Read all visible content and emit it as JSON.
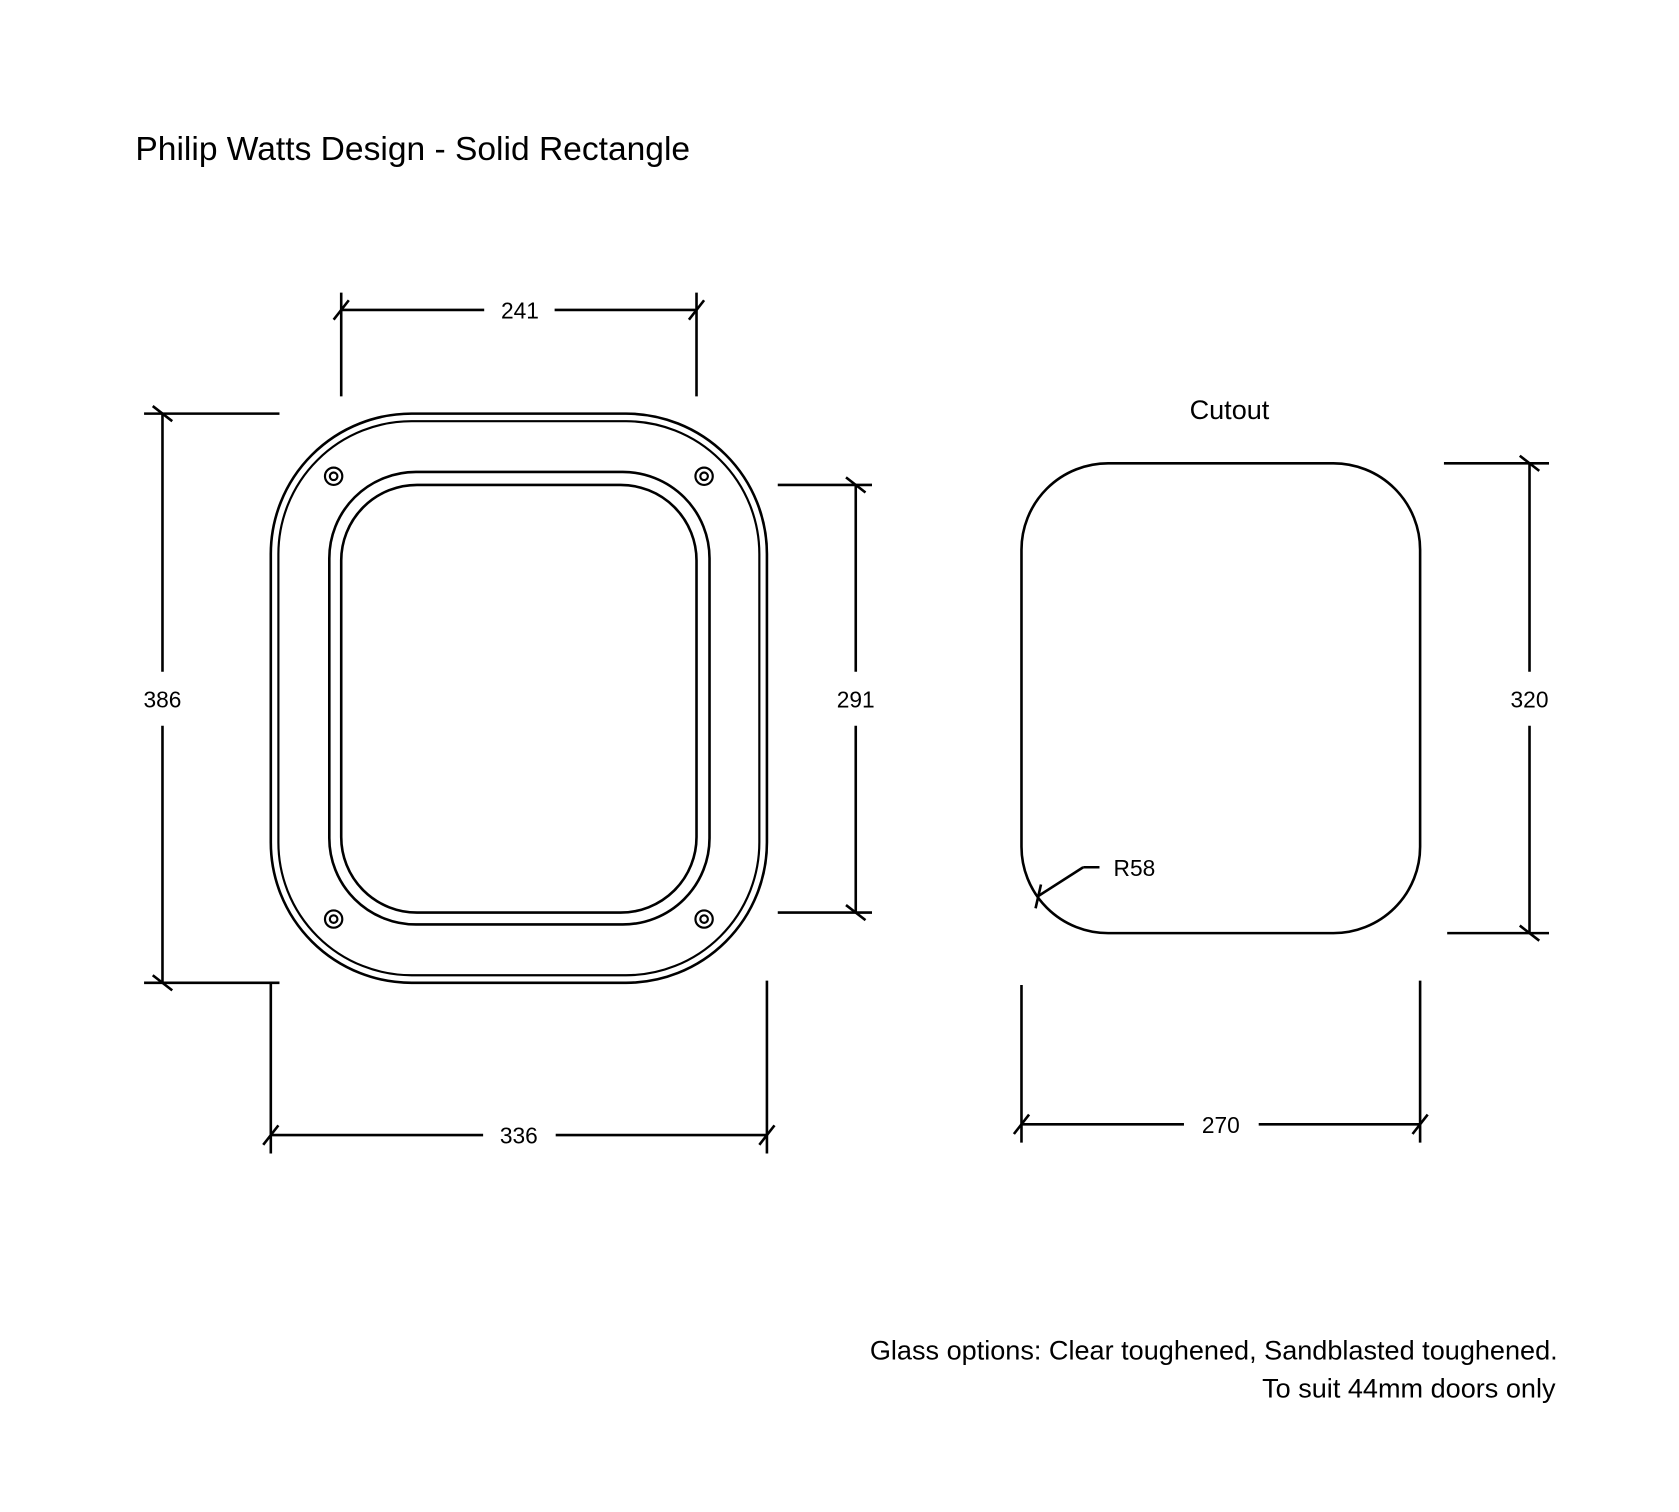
{
  "title": "Philip Watts Design - Solid Rectangle",
  "frame_view": {
    "dimensions": {
      "top_width": "241",
      "overall_height": "386",
      "opening_height": "291",
      "overall_width": "336"
    },
    "screw_count": 4
  },
  "cutout_view": {
    "label": "Cutout",
    "dimensions": {
      "height": "320",
      "width": "270",
      "corner_radius": "R58"
    }
  },
  "notes": {
    "line1": "Glass options: Clear toughened, Sandblasted toughened.",
    "line2": "To suit 44mm doors only"
  },
  "colors": {
    "line": "#000000",
    "background": "#ffffff"
  }
}
